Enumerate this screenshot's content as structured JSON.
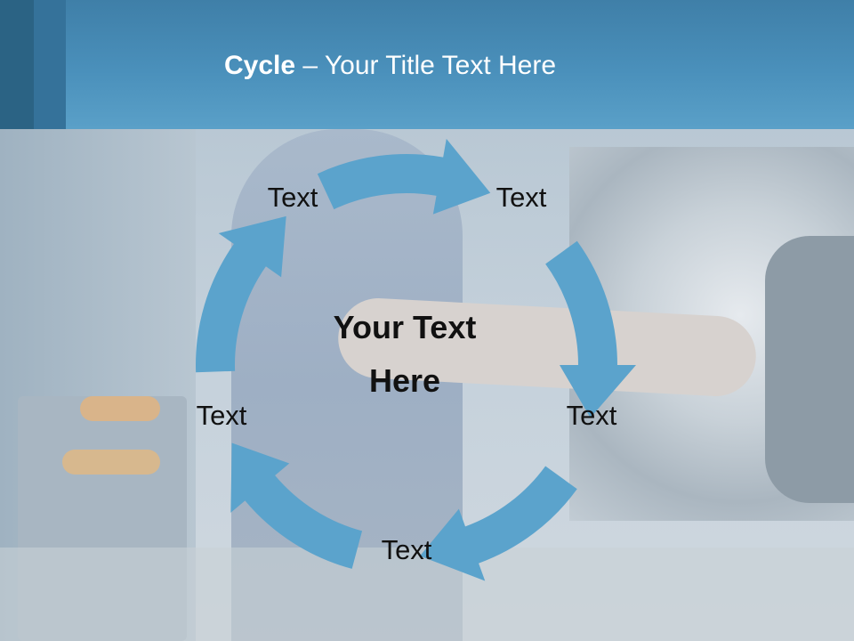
{
  "slide": {
    "title_bold": "Cycle",
    "title_rest": " – Your Title Text Here"
  },
  "diagram": {
    "type": "cycle",
    "arrow_color": "#5ba3cc",
    "center_text": [
      "Your Text",
      "Here"
    ],
    "nodes": [
      {
        "label": "Text"
      },
      {
        "label": "Text"
      },
      {
        "label": "Text"
      },
      {
        "label": "Text"
      },
      {
        "label": "Text"
      }
    ]
  },
  "colors": {
    "header": "#4a90bb",
    "header_accent_dark": "#2b6384",
    "title_text": "#ffffff"
  }
}
